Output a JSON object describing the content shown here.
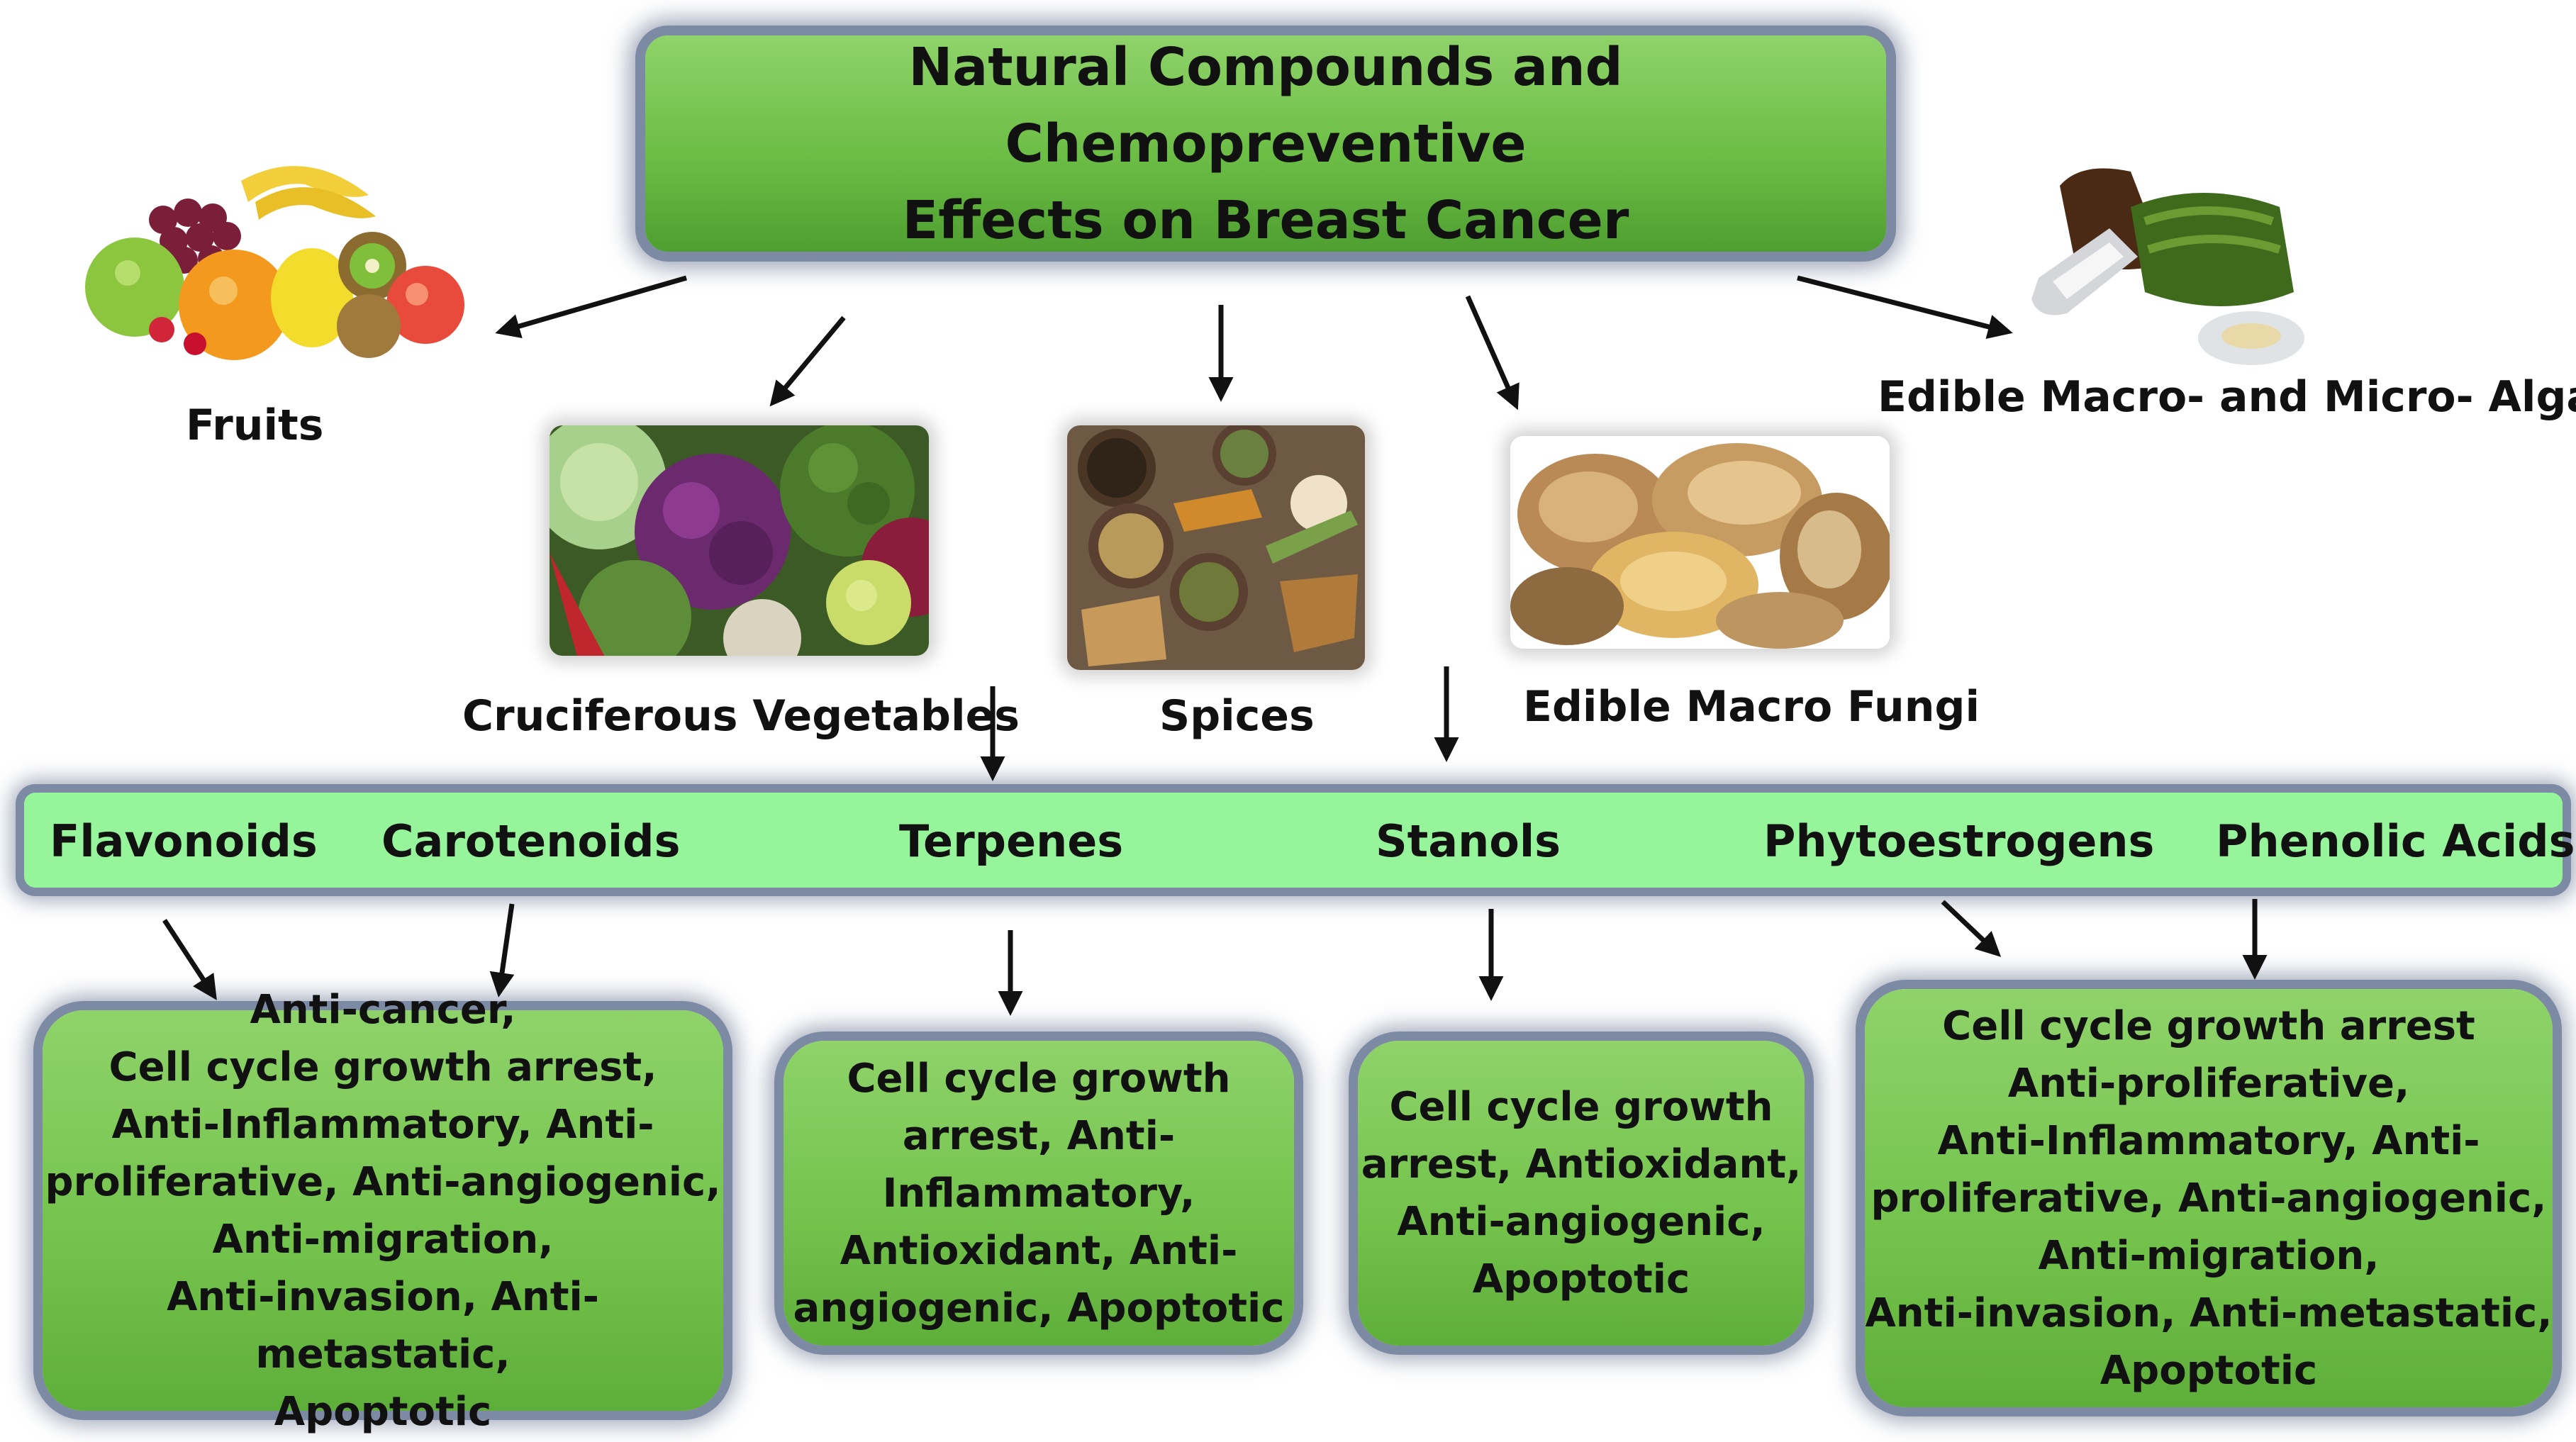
{
  "title": "Natural Compounds and Chemopreventive\nEffects on Breast Cancer",
  "sources": [
    {
      "id": "fruits",
      "label": "Fruits",
      "image": "fruit-basket"
    },
    {
      "id": "vegetables",
      "label": "Cruciferous Vegetables",
      "image": "cruciferous-vegetables"
    },
    {
      "id": "spices",
      "label": "Spices",
      "image": "spices"
    },
    {
      "id": "fungi",
      "label": "Edible Macro Fungi",
      "image": "mushrooms"
    },
    {
      "id": "algae",
      "label": "Edible Macro- and Micro- Algae",
      "image": "algae"
    }
  ],
  "compounds": [
    "Flavonoids",
    "Carotenoids",
    "Terpenes",
    "Stanols",
    "Phytoestrogens",
    "Phenolic Acids"
  ],
  "effects": [
    "Anti-cancer,\nCell cycle growth arrest,\nAnti-Inflammatory, Anti-\nproliferative, Anti-angiogenic,\nAnti-migration,\nAnti-invasion, Anti-metastatic,\nApoptotic",
    "Cell cycle growth\narrest, Anti-\nInflammatory,\nAntioxidant, Anti-\nangiogenic, Apoptotic",
    "Cell cycle growth\narrest, Antioxidant,\nAnti-angiogenic,\nApoptotic",
    "Cell cycle growth arrest\nAnti-proliferative,\nAnti-Inflammatory, Anti-\nproliferative, Anti-angiogenic,\nAnti-migration,\nAnti-invasion, Anti-metastatic,\nApoptotic"
  ],
  "colors": {
    "box_green": "#72c24b",
    "bar_green": "#96f59b",
    "border": "#7d8aa3",
    "arrow": "#111111"
  }
}
